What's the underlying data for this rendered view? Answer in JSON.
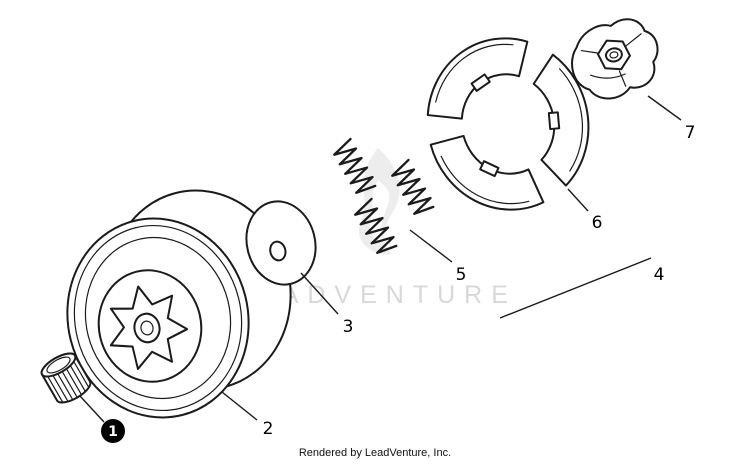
{
  "diagram": {
    "watermark": "LEADVENTURE",
    "footer": "Rendered by LeadVenture, Inc.",
    "colors": {
      "line": "#1b1b1b",
      "watermark": "#d8d8d8",
      "background": "#ffffff",
      "callout_bg": "#000000",
      "callout_text": "#ffffff"
    },
    "callouts": [
      {
        "label": "1"
      },
      {
        "label": "2"
      },
      {
        "label": "3"
      },
      {
        "label": "4"
      },
      {
        "label": "5"
      },
      {
        "label": "6"
      },
      {
        "label": "7"
      }
    ]
  }
}
